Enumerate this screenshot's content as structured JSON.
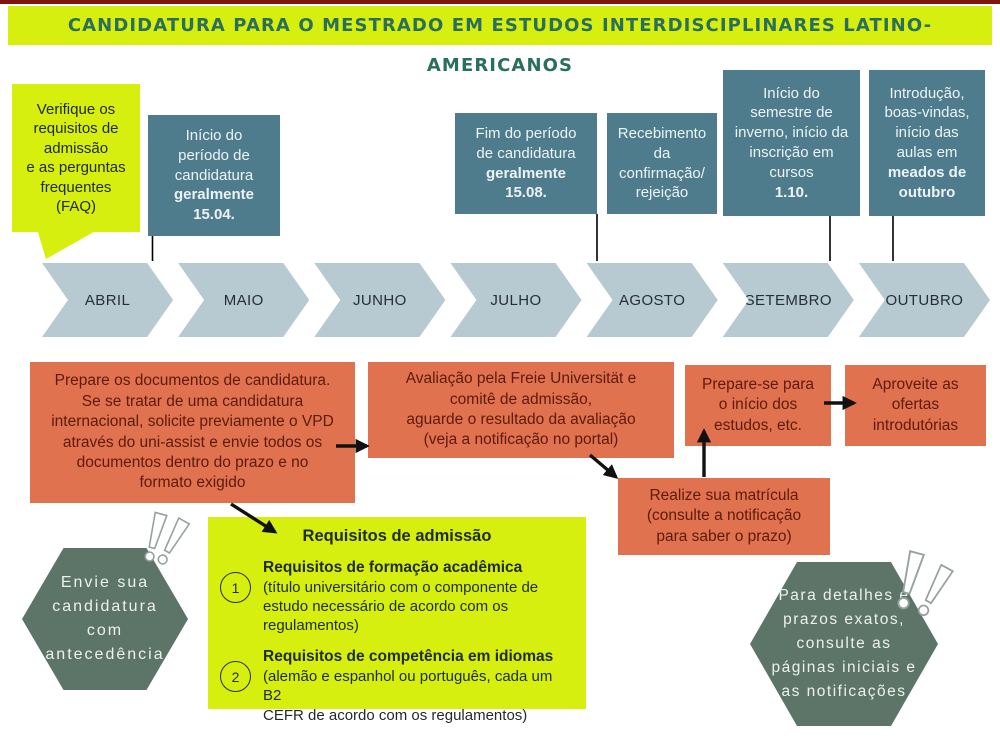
{
  "title": {
    "text": "CANDIDATURA PARA O MESTRADO EM ESTUDOS INTERDISCIPLINARES LATINO-AMERICANOS"
  },
  "callout": {
    "text": "Verifique os\nrequisitos de\nadmissão\ne as perguntas\nfrequentes\n(FAQ)"
  },
  "milestones": [
    {
      "text": "Início do\nperíodo de\ncandidatura",
      "bold": "geralmente\n15.04."
    },
    {
      "text": "Fim do período\nde candidatura",
      "bold": "geralmente\n15.08."
    },
    {
      "text": "Recebimento\nda\nconfirmação/\nrejeição",
      "bold": ""
    },
    {
      "text": "Início do\nsemestre de\ninverno, início da\ninscrição em\ncursos",
      "bold": "1.10."
    },
    {
      "text": "Introdução,\nboas-vindas,\ninício das\naulas em",
      "bold": "meados de\noutubro"
    }
  ],
  "timeline": {
    "months": [
      "ABRIL",
      "MAIO",
      "JUNHO",
      "JULHO",
      "AGOSTO",
      "SETEMBRO",
      "OUTUBRO"
    ]
  },
  "steps": [
    {
      "text": "Prepare os documentos de candidatura.\nSe se tratar de uma candidatura\ninternacional, solicite previamente o VPD\natravés do uni-assist e envie todos os\ndocumentos dentro do prazo e no\nformato exigido"
    },
    {
      "text": "Avaliação pela Freie Universität e\ncomitê de admissão,\naguarde o resultado da avaliação\n(veja a notificação no portal)"
    },
    {
      "text": "Prepare-se para\no início dos\nestudos, etc."
    },
    {
      "text": "Aproveite as\nofertas\nintrodutórias"
    },
    {
      "text": "Realize sua matrícula\n(consulte a notificação\npara saber o prazo)"
    }
  ],
  "requirements": {
    "title": "Requisitos de admissão",
    "items": [
      {
        "num": "1",
        "heading": "Requisitos de formação acadêmica",
        "detail": "(título universitário com o componente de\nestudo necessário de acordo com os\nregulamentos)"
      },
      {
        "num": "2",
        "heading": "Requisitos de competência em idiomas",
        "detail": "(alemão e espanhol ou português, cada um B2\nCEFR de acordo com os regulamentos)"
      }
    ]
  },
  "notes": [
    {
      "text": "Envie sua\ncandidatura\ncom\nantecedência"
    },
    {
      "text": "Para detalhes e\nprazos exatos,\nconsulte as\npáginas iniciais e\nas notificações"
    }
  ],
  "icons": {
    "exclamation": "!"
  },
  "colors": {
    "chartreuse": "#d6ef0e",
    "teal": "#4e7c8c",
    "timeline_gray": "#b7c9d1",
    "orange": "#e0724f",
    "hex_green": "#5d7568",
    "title_text": "#2a6e5e",
    "top_strip": "#7f150e"
  }
}
